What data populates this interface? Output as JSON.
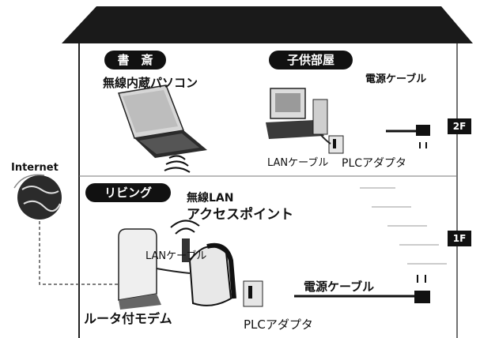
{
  "rooms": {
    "study": "書　斎",
    "kids_room": "子供部屋",
    "living": "リビング"
  },
  "labels": {
    "wireless_pc": "無線内蔵パソコン",
    "power_cable_2f": "電源ケーブル",
    "lan_cable_2f": "LANケーブル",
    "plc_adapter_2f": "PLCアダプタ",
    "internet": "Internet",
    "wireless_ap_line1": "無線LAN",
    "wireless_ap_line2": "アクセスポイント",
    "lan_cable_1f": "LANケーブル",
    "power_cable_1f": "電源ケーブル",
    "router_modem": "ルータ付モデム",
    "plc_adapter_1f": "PLCアダプタ"
  },
  "floors": {
    "upper": "2F",
    "lower": "1F"
  }
}
